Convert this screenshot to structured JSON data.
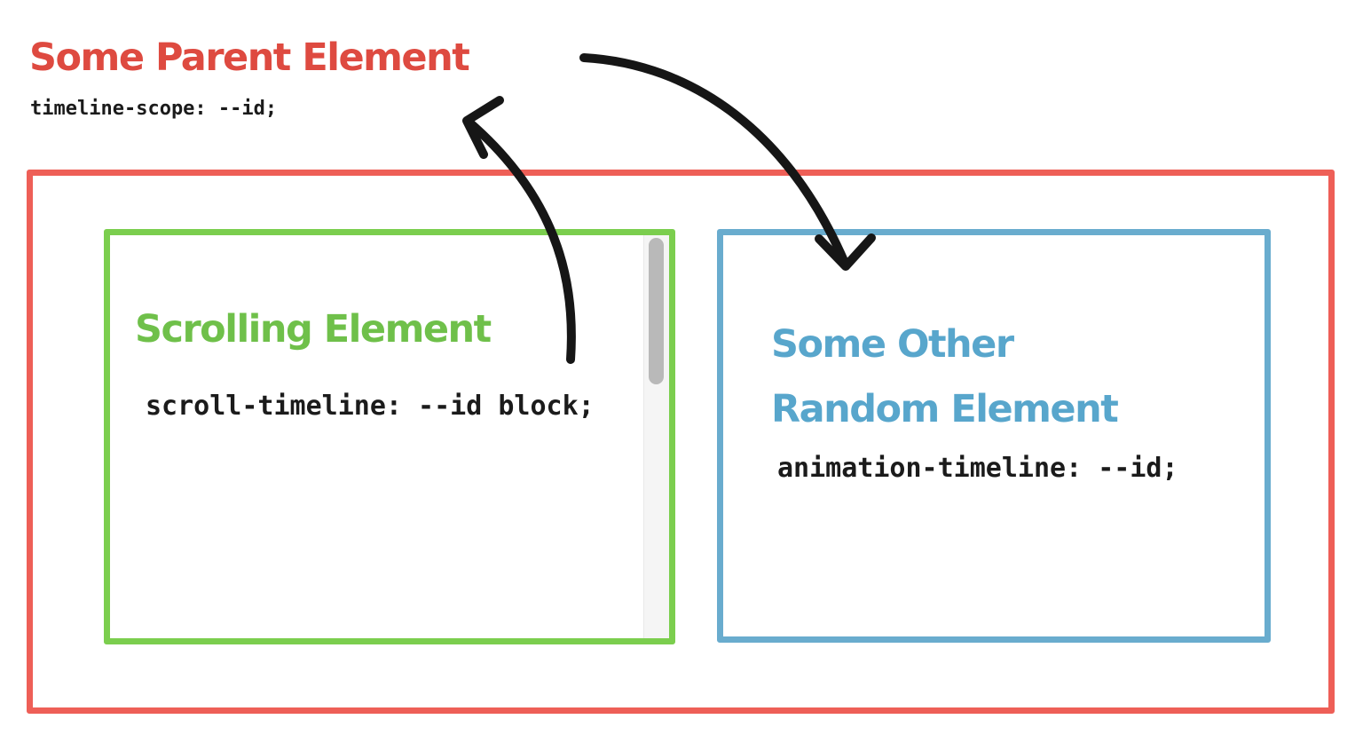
{
  "colors": {
    "background": "#ffffff",
    "red-text": "#de4a40",
    "red-border": "#ee5f57",
    "green-text": "#6fc04a",
    "green-border": "#7bce4e",
    "blue-text": "#58a6cc",
    "blue-border": "#69acce",
    "code-text": "#1b1b1b",
    "arrow": "#161616",
    "scrollbar-track": "#f5f5f5",
    "scrollbar-thumb": "#b9b9b9"
  },
  "parent_element": {
    "title": "Some Parent Element",
    "code": "timeline-scope: --id;"
  },
  "scrolling_element": {
    "title": "Scrolling Element",
    "code": "scroll-timeline: --id block;"
  },
  "other_element": {
    "title_line1": "Some Other",
    "title_line2": "Random Element",
    "code": "animation-timeline: --id;"
  },
  "icons": {
    "arrow_parent_to_other": "hand-drawn-curved-arrow-pointing-down-into-blue-box",
    "arrow_scroller_to_scope": "hand-drawn-curved-arrow-pointing-up-at-timeline-scope-code",
    "scrollbar": "vertical-scrollbar-with-thumb"
  }
}
